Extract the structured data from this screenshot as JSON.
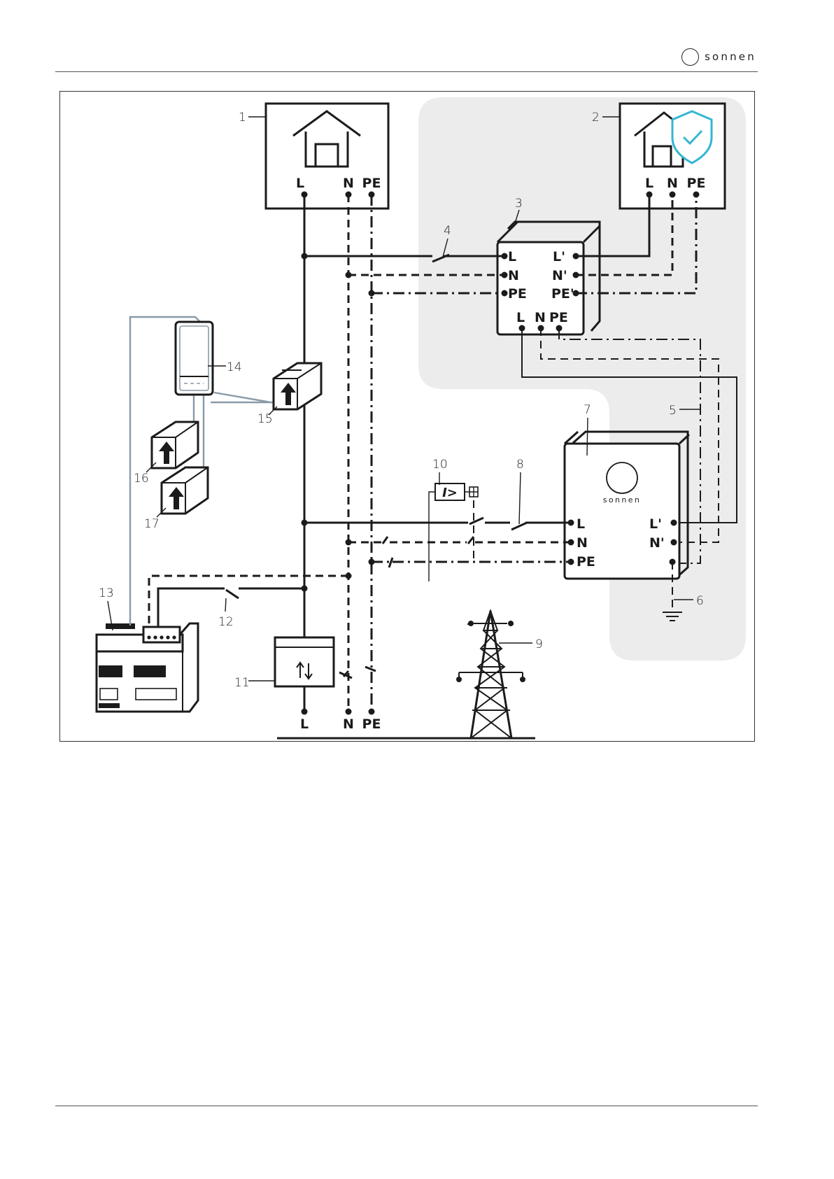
{
  "brand": {
    "name": "sonnen"
  },
  "diagram": {
    "callouts": [
      "1",
      "2",
      "3",
      "4",
      "5",
      "6",
      "7",
      "8",
      "9",
      "10",
      "11",
      "12",
      "13",
      "14",
      "15",
      "16",
      "17"
    ],
    "house1_terminals": [
      "L",
      "N",
      "PE"
    ],
    "house2_terminals": [
      "L",
      "N",
      "PE"
    ],
    "box3_left": [
      "L",
      "N",
      "PE"
    ],
    "box3_right": [
      "L'",
      "N'",
      "PE'"
    ],
    "box3_bottom": [
      "L",
      "N",
      "PE"
    ],
    "storage_left": [
      "L",
      "N",
      "PE"
    ],
    "storage_right": [
      "L'",
      "N'"
    ],
    "storage_brand": "sonnen",
    "grid_terminals": [
      "L",
      "N",
      "PE"
    ],
    "colors": {
      "shield": "#35b6d2",
      "backup_zone": "#ececec",
      "sensor_wire": "#8a9aa6"
    },
    "icons": [
      "house-icon",
      "protected-house-icon",
      "shield-check-icon",
      "meter-icon",
      "current-sensor-icon",
      "power-tower-icon",
      "ground-icon",
      "rcd-icon",
      "switch-icon",
      "din-rail-controller-icon"
    ]
  }
}
